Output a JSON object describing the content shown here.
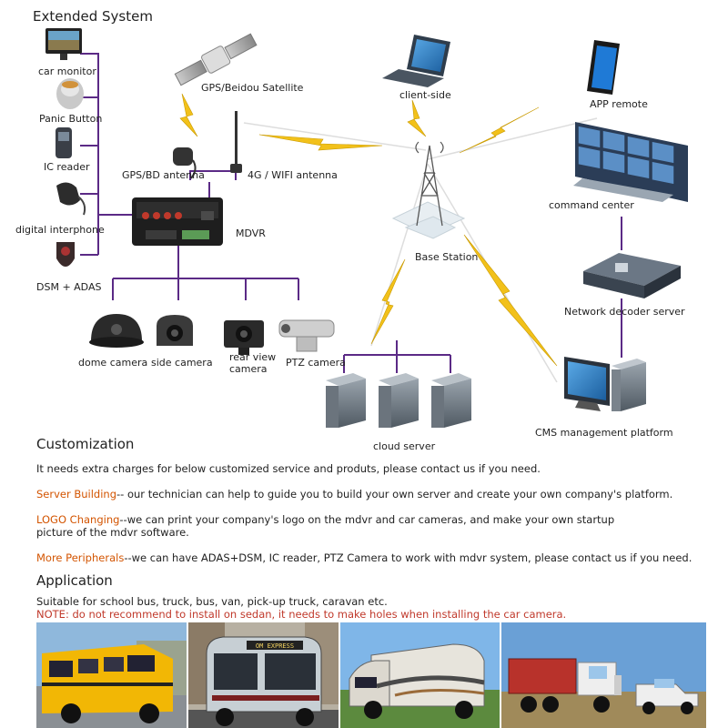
{
  "diagram": {
    "title": "Extended System",
    "devices_left": [
      "car monitor",
      "Panic Button",
      "IC reader",
      "digital interphone",
      "DSM + ADAS"
    ],
    "antennas": {
      "gps_satellite": "GPS/Beidou Satellite",
      "gps_antenna": "GPS/BD antenna",
      "wifi_antenna": "4G / WIFI antenna"
    },
    "mdvr": "MDVR",
    "cameras": [
      "dome camera",
      "side camera",
      "rear view camera",
      "PTZ camera"
    ],
    "network": {
      "client": "client-side",
      "app": "APP remote",
      "base_station": "Base Station",
      "command": "command center",
      "decoder": "Network decoder server",
      "cloud": "cloud server",
      "cms": "CMS management platform"
    },
    "colors": {
      "line": "#5b2a86",
      "signal": "#f2c11a",
      "text": "#222222",
      "accent": "#d35400",
      "note": "#c0392b"
    }
  },
  "customization": {
    "heading": "Customization",
    "intro": "It needs extra charges for below customized service and produts, please contact us if you need.",
    "items": [
      {
        "label": "Server Building",
        "text": "-- our technician can help to guide you to build your own server and create your own company's platform."
      },
      {
        "label": "LOGO Changing",
        "text": "--we can print your company's logo on the mdvr and car cameras, and make your own startup",
        "text2": "picture of the mdvr software."
      },
      {
        "label": "More Peripherals",
        "text": "--we can have ADAS+DSM, IC reader, PTZ Camera to work with mdvr system, please contact us if you need."
      }
    ]
  },
  "application": {
    "heading": "Application",
    "suitable": "Suitable for school bus, truck, bus, van, pick-up truck, caravan etc.",
    "note": "NOTE: do not recommend to install on sedan, it needs to make holes when installing the car camera.",
    "photos": [
      "school-bus",
      "city-bus",
      "caravan",
      "truck"
    ],
    "bus_sign": "OM EXPRESS"
  }
}
